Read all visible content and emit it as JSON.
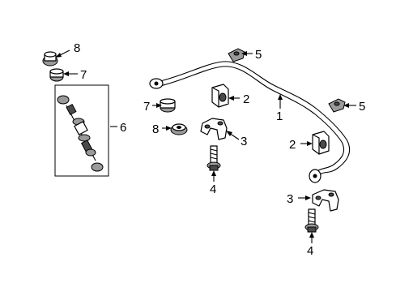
{
  "callouts": {
    "c1": "1",
    "c2a": "2",
    "c2b": "2",
    "c3a": "3",
    "c3b": "3",
    "c4a": "4",
    "c4b": "4",
    "c5a": "5",
    "c5b": "5",
    "c6": "6",
    "c7a": "7",
    "c7b": "7",
    "c8a": "8",
    "c8b": "8"
  }
}
